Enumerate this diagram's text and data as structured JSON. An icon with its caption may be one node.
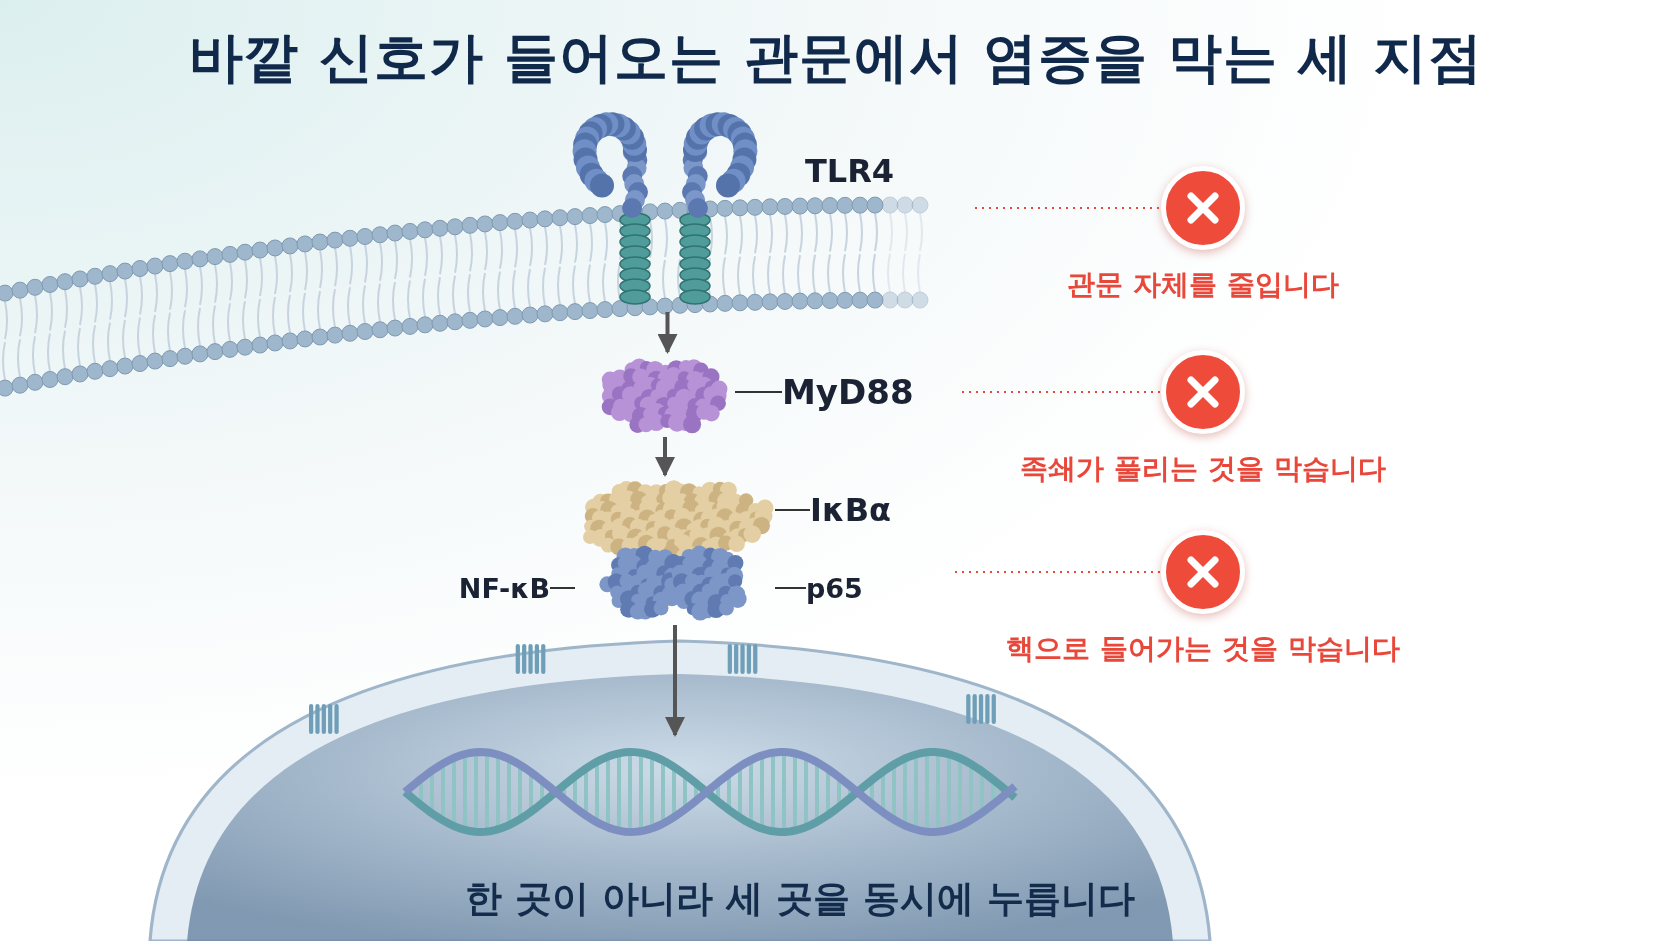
{
  "diagram": {
    "title": "바깥 신호가 들어오는 관문에서 염증을 막는 세 지점",
    "caption": "한 곳이 아니라 세 곳을 동시에 누릅니다",
    "nodes": [
      {
        "text": [],
        "shape": "picture",
        "beside": [
          "TLR4"
        ]
      },
      {
        "text": [],
        "shape": "picture"
      },
      {
        "text": [
          "MyD88"
        ]
      },
      {
        "text": [],
        "shape": "picture"
      },
      {
        "text": [
          "IκBα"
        ]
      },
      {
        "text": [
          "NF-κB"
        ]
      },
      {
        "text": [
          "p65"
        ]
      },
      {
        "text": [],
        "shape": "picture"
      },
      {
        "text": [],
        "shape": "picture",
        "in": 7
      },
      {
        "text": [],
        "shape": "circle",
        "beside": [
          "관문 자체를 줄입니다"
        ]
      },
      {
        "text": [],
        "shape": "circle",
        "beside": [
          "족쇄가 풀리는 것을 막습니다"
        ]
      },
      {
        "text": [],
        "shape": "circle",
        "beside": [
          "핵으로 들어가는 것을 막습니다"
        ]
      }
    ],
    "edges": [
      {
        "from": 0,
        "to": 1,
        "arrow": "to"
      },
      {
        "from": 1,
        "to": 3,
        "arrow": "to"
      },
      {
        "from": 3,
        "to": 8,
        "arrow": "to"
      },
      {
        "from": 2,
        "to": 1,
        "arrow": "none"
      },
      {
        "from": 4,
        "to": 3,
        "arrow": "none"
      },
      {
        "from": 5,
        "to": 3,
        "arrow": "none"
      },
      {
        "from": 6,
        "to": 3,
        "arrow": "none"
      },
      {
        "from": null,
        "to": 9,
        "arrow": "none",
        "style": "dashed",
        "color": "#e8473a"
      },
      {
        "from": null,
        "to": 10,
        "arrow": "none",
        "style": "dashed",
        "color": "#e8473a"
      },
      {
        "from": null,
        "to": 11,
        "arrow": "none",
        "style": "dashed",
        "color": "#e8473a"
      }
    ]
  }
}
